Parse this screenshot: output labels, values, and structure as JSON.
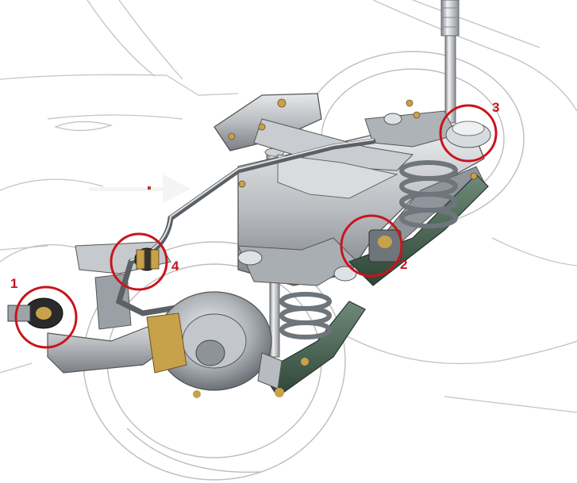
{
  "callouts": [
    {
      "label": "1"
    },
    {
      "label": "2"
    },
    {
      "label": "3"
    },
    {
      "label": "4"
    }
  ],
  "colors": {
    "callout": "#c8141c",
    "metal": "#b9bcc0",
    "metal_dark": "#6d7278",
    "subframe": "#9aa0a6",
    "trailing_arm": "#3f5a48",
    "spring": "#8c9399",
    "brass": "#c8a24a",
    "body_line": "#c4c4c4"
  },
  "icons": [
    "body-outline-icon",
    "wheel-icon",
    "coil-spring-icon",
    "shock-absorber-icon",
    "subframe-icon",
    "stabilizer-bar-icon",
    "bushing-icon",
    "brake-disc-icon"
  ]
}
